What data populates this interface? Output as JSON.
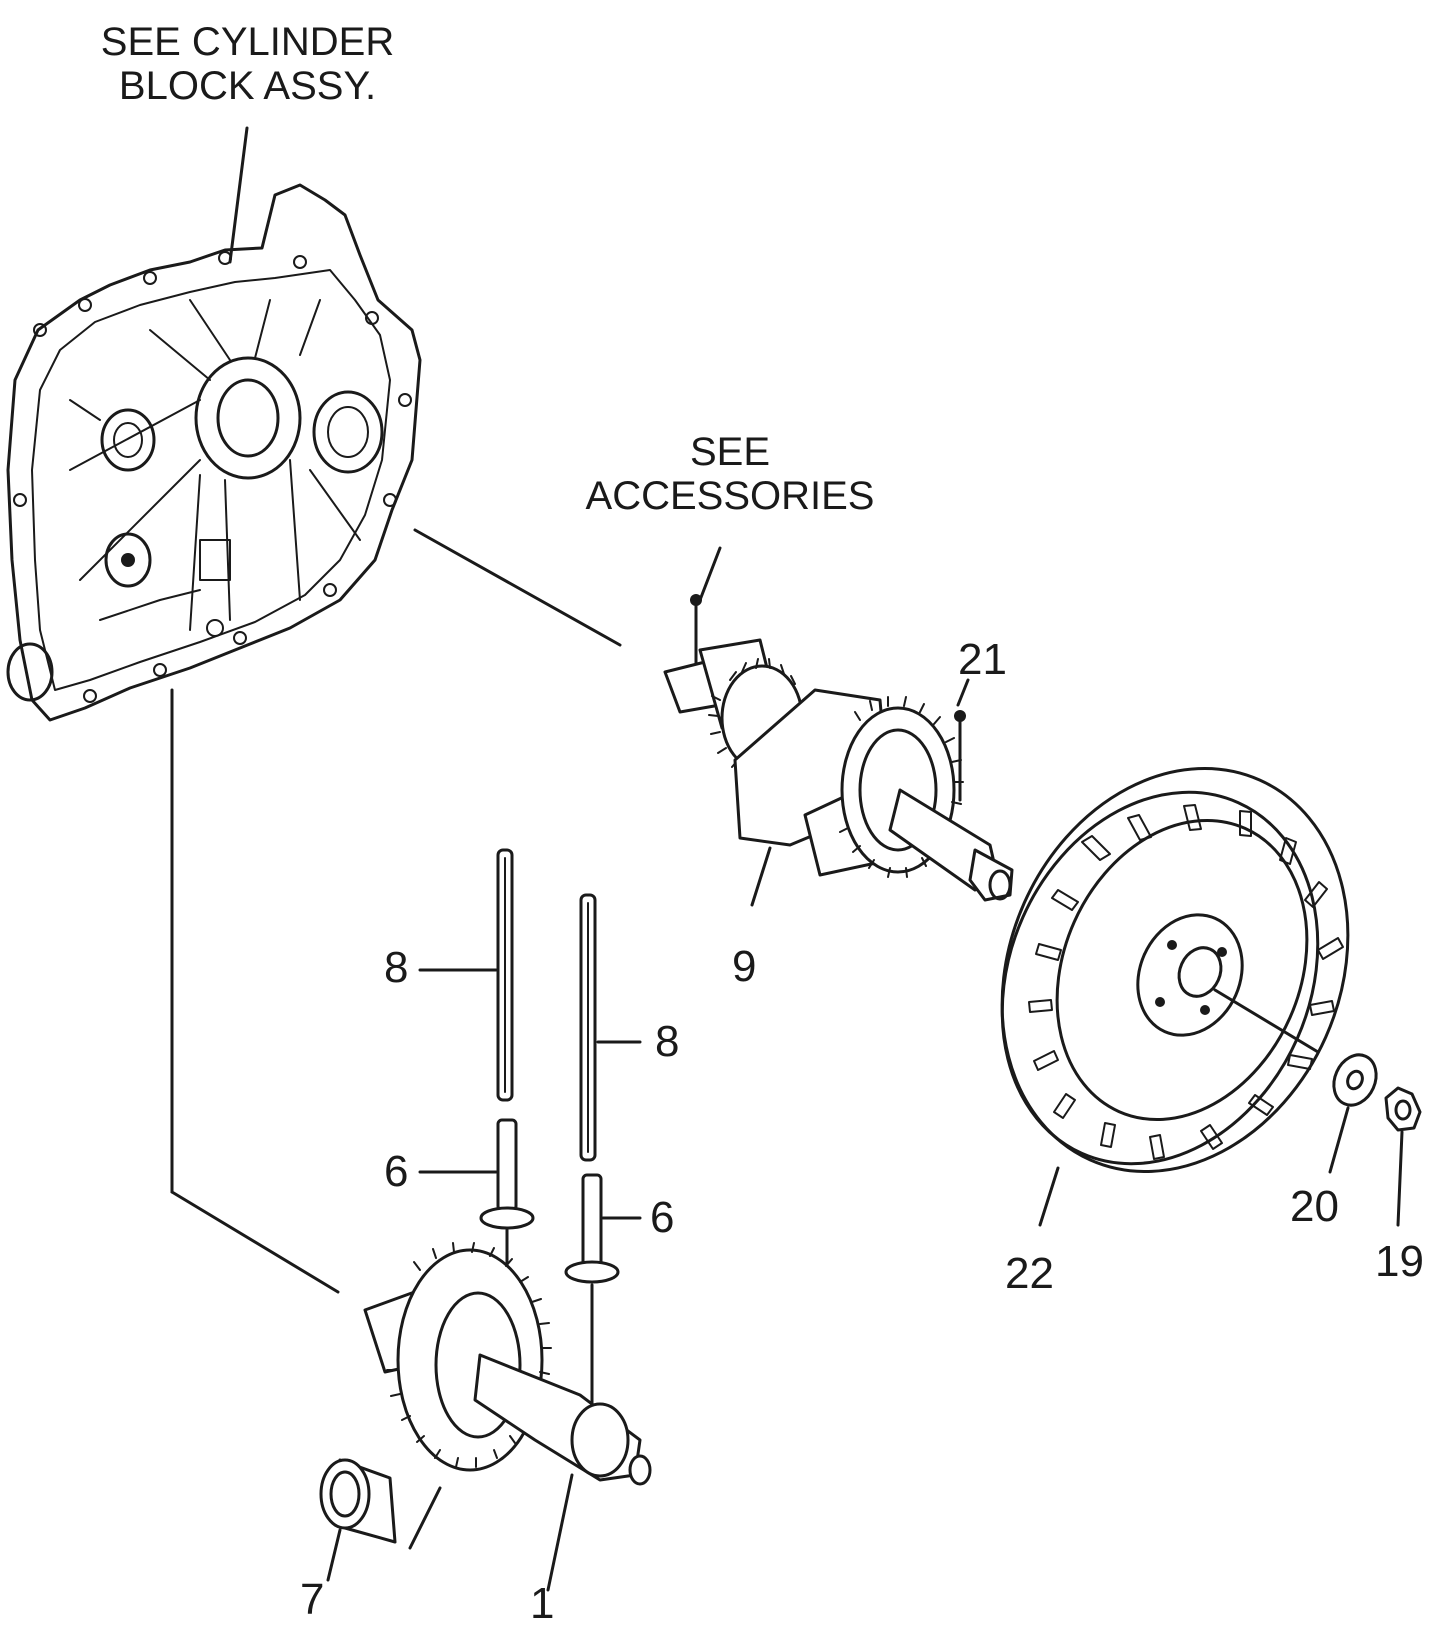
{
  "notes": {
    "cylinder_block": {
      "line1": "SEE CYLINDER",
      "line2": "BLOCK ASSY."
    },
    "accessories": {
      "line1": "SEE",
      "line2": "ACCESSORIES"
    }
  },
  "callouts": {
    "crankshaft": "9",
    "pin_21": "21",
    "flywheel": "22",
    "washer": "20",
    "nut": "19",
    "push_rod_left": "8",
    "push_rod_right": "8",
    "tappet_left": "6",
    "tappet_right": "6",
    "bushing": "7",
    "camshaft": "1"
  }
}
